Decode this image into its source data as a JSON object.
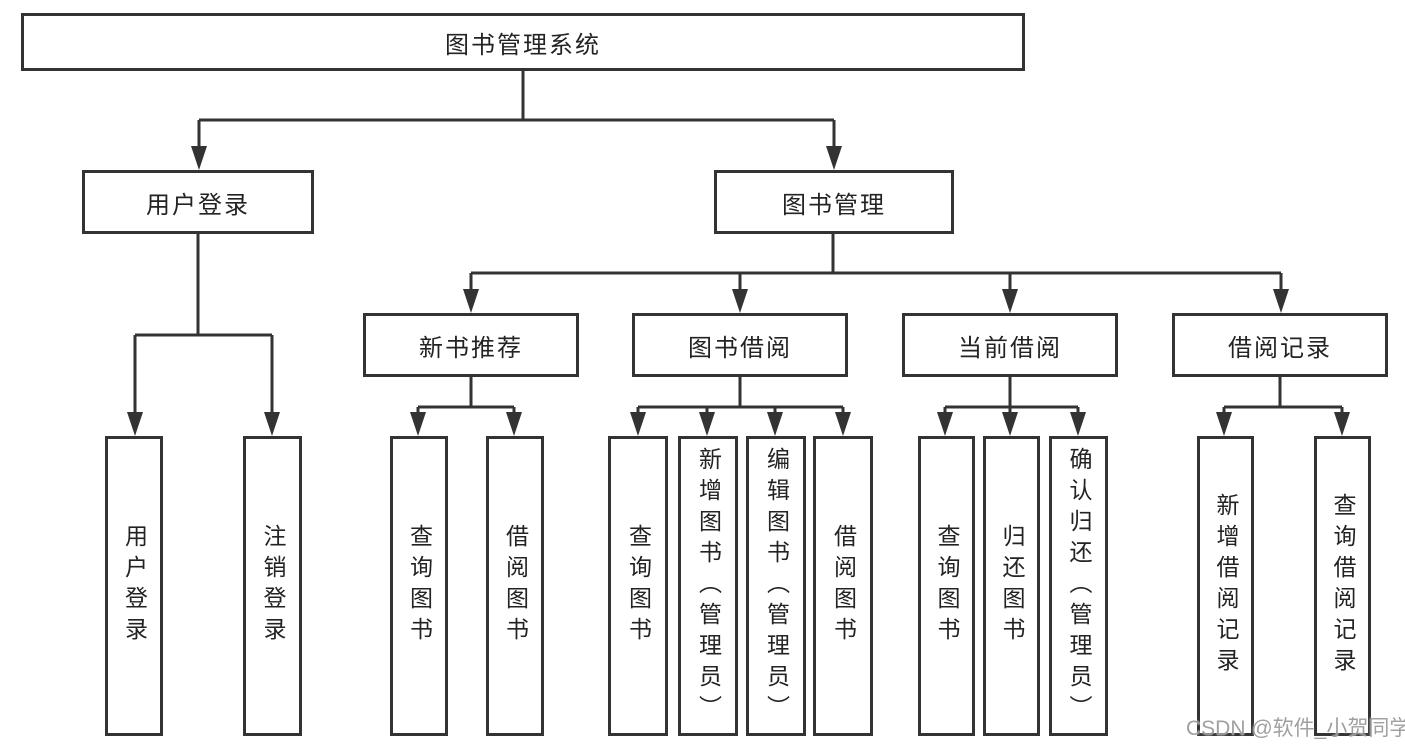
{
  "tree": {
    "root": {
      "label": "图书管理系统"
    },
    "branches": [
      {
        "label": "用户登录",
        "children": [
          {
            "label": "用户登录"
          },
          {
            "label": "注销登录"
          }
        ]
      },
      {
        "label": "图书管理",
        "children": [
          {
            "label": "新书推荐",
            "children": [
              {
                "label": "查询图书"
              },
              {
                "label": "借阅图书"
              }
            ]
          },
          {
            "label": "图书借阅",
            "children": [
              {
                "label": "查询图书"
              },
              {
                "label": "新增图书（管理员）"
              },
              {
                "label": "编辑图书（管理员）"
              },
              {
                "label": "借阅图书"
              }
            ]
          },
          {
            "label": "当前借阅",
            "children": [
              {
                "label": "查询图书"
              },
              {
                "label": "归还图书"
              },
              {
                "label": "确认归还（管理员）"
              }
            ]
          },
          {
            "label": "借阅记录",
            "children": [
              {
                "label": "新增借阅记录"
              },
              {
                "label": "查询借阅记录"
              }
            ]
          }
        ]
      }
    ]
  },
  "watermark": {
    "text": "CSDN @软件_小贺同学"
  },
  "colors": {
    "line": "#333333",
    "text": "#232323",
    "bg": "#ffffff",
    "watermark": "#9b9b9b"
  }
}
